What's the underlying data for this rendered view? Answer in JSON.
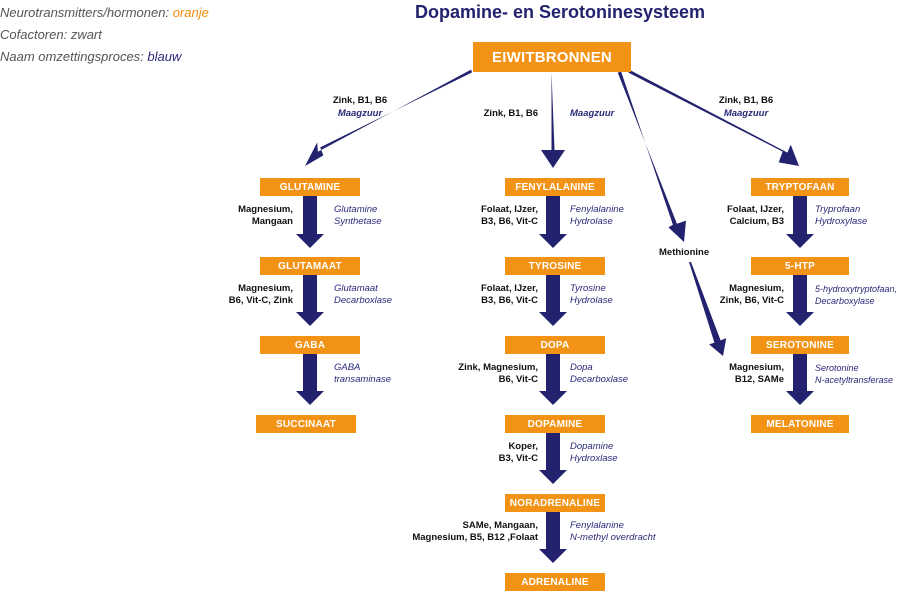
{
  "legend": {
    "neuro_prefix": "Neurotransmitters/hormonen: ",
    "neuro_color_word": "oranje",
    "cofactor_line": "Cofactoren: zwart",
    "process_prefix": "Naam omzettingsproces: ",
    "process_color_word": "blauw"
  },
  "title": "Dopamine- en Serotoninesysteem",
  "colors": {
    "orange": "#f39316",
    "blue": "#22226e",
    "black": "#111111"
  },
  "source": {
    "label": "EIWITBRONNEN"
  },
  "branch_labels": {
    "left": {
      "cofactor": "Zink, B1, B6",
      "process": "Maagzuur"
    },
    "middle": {
      "cofactor": "Zink, B1, B6",
      "process": "Maagzuur"
    },
    "right": {
      "cofactor": "Zink, B1, B6",
      "process": "Maagzuur"
    },
    "methionine": "Methionine"
  },
  "chains": {
    "glutamine": {
      "nodes": [
        "GLUTAMINE",
        "GLUTAMAAT",
        "GABA",
        "SUCCINAAT"
      ],
      "steps": [
        {
          "cofactor": [
            "Magnesium,",
            "Mangaan"
          ],
          "process": [
            "Glutamine",
            "Synthetase"
          ]
        },
        {
          "cofactor": [
            "Magnesium,",
            "B6, Vit-C, Zink"
          ],
          "process": [
            "Glutamaat",
            "Decarboxlase"
          ]
        },
        {
          "cofactor": [
            "",
            ""
          ],
          "process": [
            "GABA",
            "transaminase"
          ]
        }
      ]
    },
    "dopamine": {
      "nodes": [
        "FENYLALANINE",
        "TYROSINE",
        "DOPA",
        "DOPAMINE",
        "NORADRENALINE",
        "ADRENALINE"
      ],
      "steps": [
        {
          "cofactor": [
            "Folaat, IJzer,",
            "B3, B6, Vit-C"
          ],
          "process": [
            "Fenylalanine",
            "Hydrolase"
          ]
        },
        {
          "cofactor": [
            "Folaat, IJzer,",
            "B3, B6, Vit-C"
          ],
          "process": [
            "Tyrosine",
            "Hydrolase"
          ]
        },
        {
          "cofactor": [
            "Zink, Magnesium,",
            "B6, Vit-C"
          ],
          "process": [
            "Dopa",
            "Decarboxlase"
          ]
        },
        {
          "cofactor": [
            "Koper,",
            "B3, Vit-C"
          ],
          "process": [
            "Dopamine",
            "Hydroxlase"
          ]
        },
        {
          "cofactor": [
            "SAMe, Mangaan,",
            "Magnesium, B5, B12 ,Folaat"
          ],
          "process": [
            "Fenylalanine",
            "N-methyl overdracht"
          ]
        }
      ]
    },
    "serotonin": {
      "nodes": [
        "TRYPTOFAAN",
        "5-HTP",
        "SEROTONINE",
        "MELATONINE"
      ],
      "steps": [
        {
          "cofactor": [
            "Folaat, IJzer,",
            "Calcium, B3"
          ],
          "process": [
            "Tryprofaan",
            "Hydroxylase"
          ]
        },
        {
          "cofactor": [
            "Magnesium,",
            "Zink, B6, Vit-C"
          ],
          "process": [
            "5-hydroxytryptofaan,",
            "Decarboxylase"
          ]
        },
        {
          "cofactor": [
            "Magnesium,",
            "B12, SAMe"
          ],
          "process": [
            "Serotonine",
            "N-acetyltransferase"
          ]
        }
      ]
    }
  }
}
